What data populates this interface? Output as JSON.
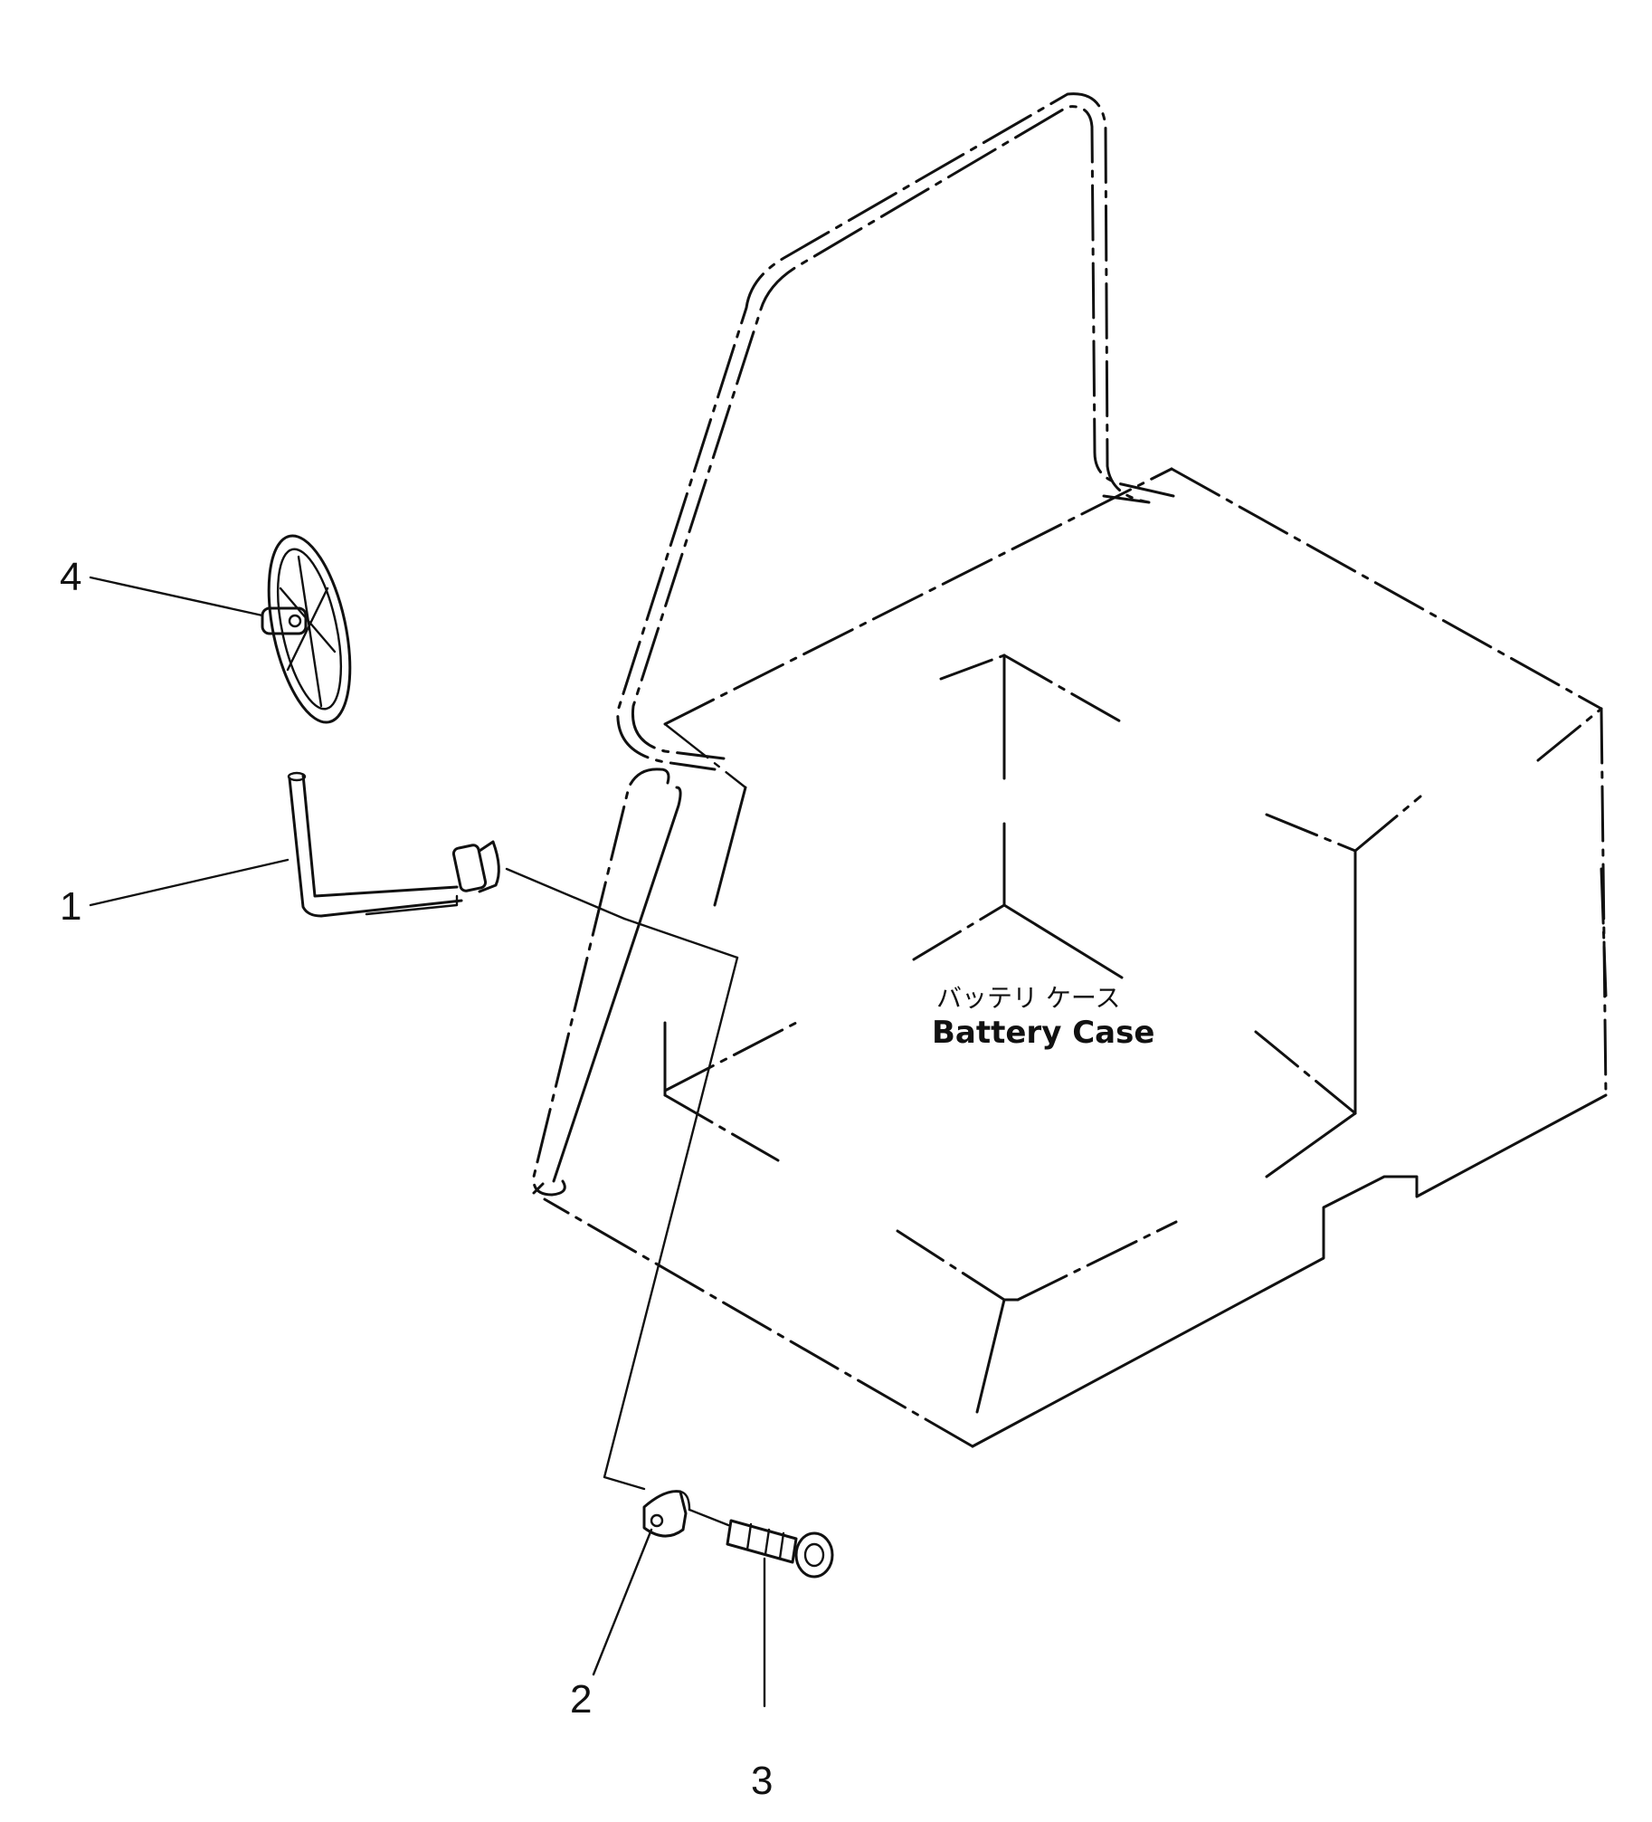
{
  "diagram": {
    "case_label_jp": "バッテリ ケース",
    "case_label_en": "Battery Case",
    "callouts": [
      {
        "num": "1",
        "part": "hook-rod"
      },
      {
        "num": "2",
        "part": "clip"
      },
      {
        "num": "3",
        "part": "bolt"
      },
      {
        "num": "4",
        "part": "wing-nut"
      }
    ]
  }
}
